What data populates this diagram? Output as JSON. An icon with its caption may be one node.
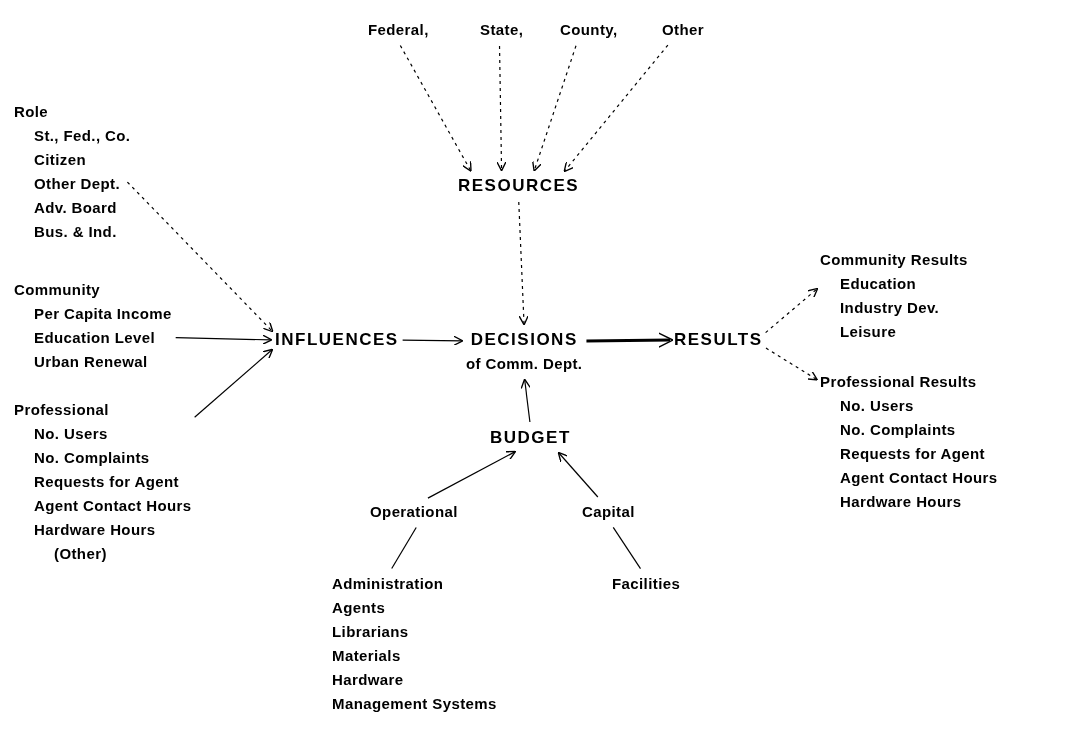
{
  "diagram": {
    "nodes": [
      {
        "text": [
          "Federal,"
        ]
      },
      {
        "text": [
          "State,"
        ]
      },
      {
        "text": [
          "County,"
        ]
      },
      {
        "text": [
          "Other"
        ]
      },
      {
        "text": [
          "RESOURCES"
        ]
      },
      {
        "text": [
          "Role",
          "St., Fed., Co.",
          "Citizen",
          "Other Dept.",
          "Adv. Board",
          "Bus. & Ind."
        ]
      },
      {
        "text": [
          "Community",
          "Per Capita Income",
          "Education Level",
          "Urban Renewal"
        ]
      },
      {
        "text": [
          "Professional",
          "No. Users",
          "No. Complaints",
          "Requests for Agent",
          "Agent Contact Hours",
          "Hardware Hours",
          "(Other)"
        ]
      },
      {
        "text": [
          "INFLUENCES"
        ]
      },
      {
        "text": [
          "DECISIONS",
          "of Comm. Dept."
        ]
      },
      {
        "text": [
          "RESULTS"
        ]
      },
      {
        "text": [
          "Community Results",
          "Education",
          "Industry Dev.",
          "Leisure"
        ]
      },
      {
        "text": [
          "Professional Results",
          "No. Users",
          "No. Complaints",
          "Requests for Agent",
          "Agent Contact Hours",
          "Hardware Hours"
        ]
      },
      {
        "text": [
          "BUDGET"
        ]
      },
      {
        "text": [
          "Operational"
        ]
      },
      {
        "text": [
          "Capital"
        ]
      },
      {
        "text": [
          "Administration",
          "Agents",
          "Librarians",
          "Materials",
          "Hardware",
          "Management Systems"
        ]
      },
      {
        "text": [
          "Facilities"
        ]
      }
    ],
    "edges": [
      {
        "from": 0,
        "to": 4,
        "arrow": "to",
        "style": "dashed"
      },
      {
        "from": 1,
        "to": 4,
        "arrow": "to",
        "style": "dashed"
      },
      {
        "from": 2,
        "to": 4,
        "arrow": "to",
        "style": "dashed"
      },
      {
        "from": 3,
        "to": 4,
        "arrow": "to",
        "style": "dashed"
      },
      {
        "from": 4,
        "to": 9,
        "arrow": "to",
        "style": "dashed"
      },
      {
        "from": 5,
        "to": 8,
        "arrow": "to",
        "style": "dashed"
      },
      {
        "from": 6,
        "to": 8,
        "arrow": "to"
      },
      {
        "from": 7,
        "to": 8,
        "arrow": "to"
      },
      {
        "from": 8,
        "to": 9,
        "arrow": "to"
      },
      {
        "from": 9,
        "to": 10,
        "arrow": "to",
        "style": "thick"
      },
      {
        "from": 10,
        "to": 11,
        "arrow": "to",
        "style": "dashed"
      },
      {
        "from": 10,
        "to": 12,
        "arrow": "to",
        "style": "dashed"
      },
      {
        "from": 13,
        "to": 9,
        "arrow": "to"
      },
      {
        "from": 14,
        "to": 13,
        "arrow": "to"
      },
      {
        "from": 15,
        "to": 13,
        "arrow": "to"
      },
      {
        "from": 16,
        "to": 14,
        "arrow": "none"
      },
      {
        "from": 17,
        "to": 15,
        "arrow": "none"
      }
    ]
  }
}
